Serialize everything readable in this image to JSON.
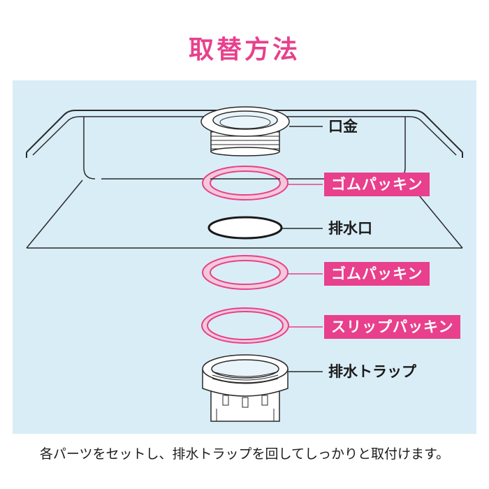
{
  "title": "取替方法",
  "colors": {
    "accent": "#e8408c",
    "panel": "#d9edf7",
    "gasket_fill": "#f3c9d9",
    "gasket_stroke": "#e8408c",
    "line": "#2a2a2a"
  },
  "labels": {
    "kuchigane": "口金",
    "gomu_packing_top": "ゴムパッキン",
    "haisuikou": "排水口",
    "gomu_packing_bottom": "ゴムパッキン",
    "slip_packing": "スリップパッキン",
    "haisui_trap": "排水トラップ"
  },
  "caption": "各パーツをセットし、排水トラップを回してしっかりと取付けます。"
}
